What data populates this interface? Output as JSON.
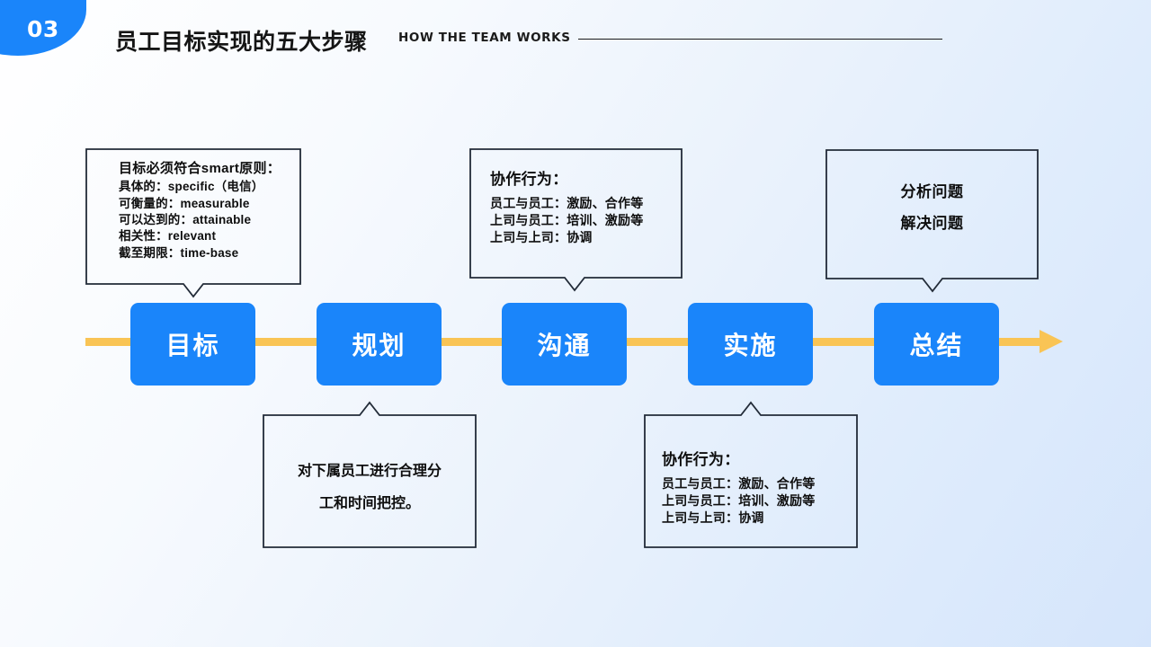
{
  "header": {
    "badge": "03",
    "title": "员工目标实现的五大步骤",
    "subtitle": "HOW THE TEAM WORKS",
    "accent_color": "#1a85fa",
    "rule_color": "#1b1b1b"
  },
  "flow": {
    "line_color": "#f9c455",
    "arrow_icon": "arrow-right-icon",
    "steps": [
      {
        "label": "目标"
      },
      {
        "label": "规划"
      },
      {
        "label": "沟通"
      },
      {
        "label": "实施"
      },
      {
        "label": "总结"
      }
    ]
  },
  "callouts": {
    "goal": {
      "pointer": "down",
      "title": "目标必须符合smart原则：",
      "lines": [
        "具体的：specific（电信）",
        "可衡量的：measurable",
        "可以达到的：attainable",
        "相关性：relevant",
        "截至期限：time-base"
      ]
    },
    "plan": {
      "pointer": "up",
      "lines": [
        "对下属员工进行合理分",
        "工和时间把控。"
      ]
    },
    "communicate": {
      "pointer": "down",
      "title": "协作行为：",
      "lines": [
        "员工与员工：激励、合作等",
        "上司与员工：培训、激励等",
        "上司与上司：协调"
      ]
    },
    "execute": {
      "pointer": "up",
      "title": "协作行为：",
      "lines": [
        "员工与员工：激励、合作等",
        "上司与员工：培训、激励等",
        "上司与上司：协调"
      ]
    },
    "summary": {
      "pointer": "down",
      "lines": [
        "分析问题",
        "解决问题"
      ]
    }
  },
  "theme": {
    "background_from": "#ffffff",
    "background_to": "#d5e5fb",
    "box_border": "#222b38",
    "step_fill": "#1a85fa",
    "step_text": "#ffffff"
  }
}
